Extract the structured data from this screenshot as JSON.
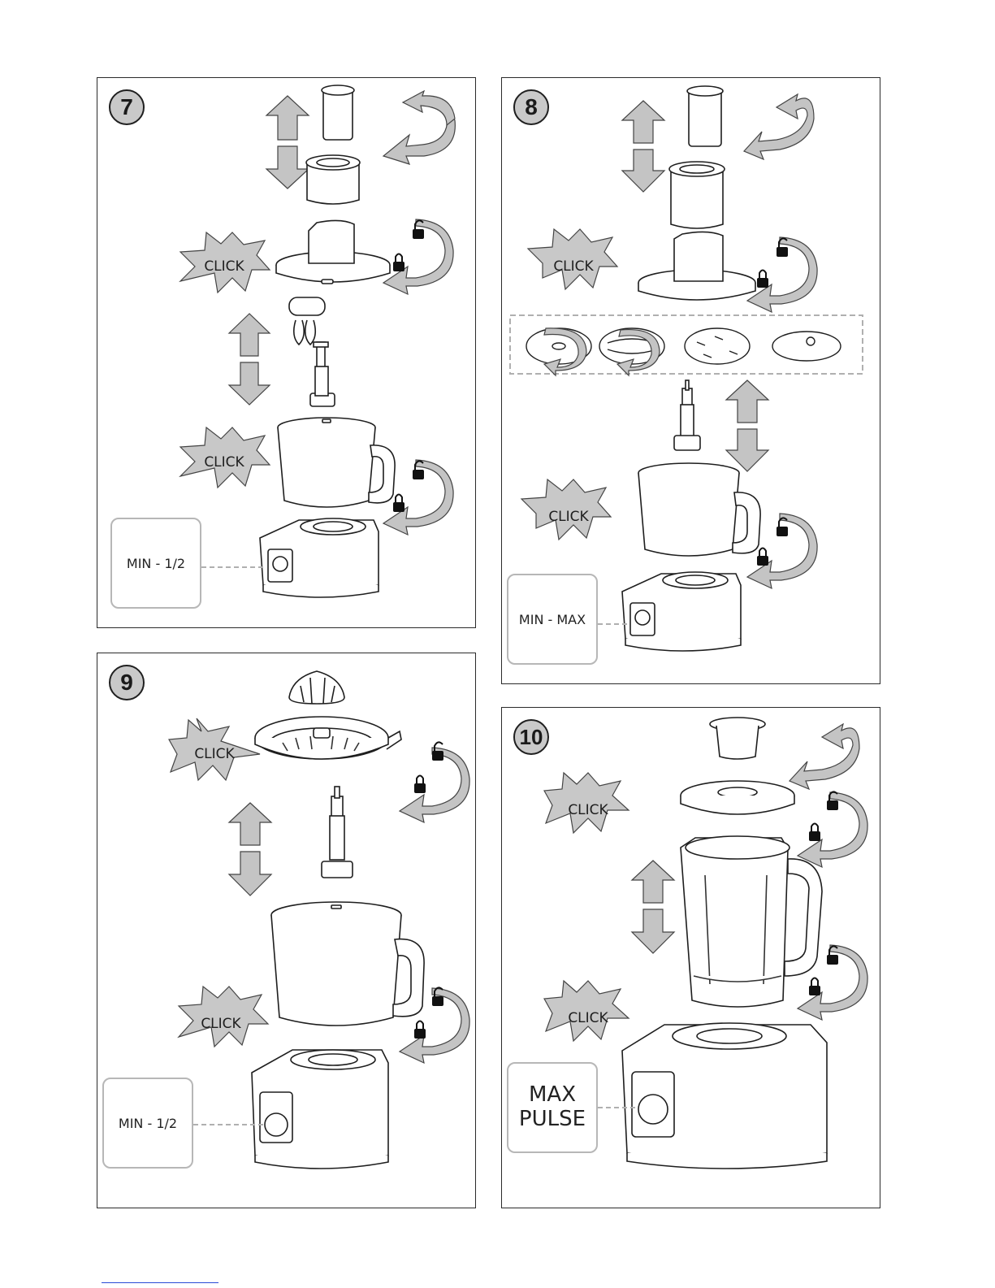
{
  "panels": {
    "p7": {
      "number": "7",
      "click_1": "CLICK",
      "click_2": "CLICK",
      "speed": "MIN - 1/2"
    },
    "p8": {
      "number": "8",
      "click_1": "CLICK",
      "click_2": "CLICK",
      "speed": "MIN - MAX"
    },
    "p9": {
      "number": "9",
      "click_1": "CLICK",
      "click_2": "CLICK",
      "speed": "MIN - 1/2"
    },
    "p10": {
      "number": "10",
      "click_1": "CLICK",
      "click_2": "CLICK",
      "speed_line1": "MAX",
      "speed_line2": "PULSE"
    }
  },
  "icons": [
    "up-down-arrow-icon",
    "rotate-arrow-icon",
    "lock-icon",
    "unlock-icon",
    "click-starburst-icon"
  ],
  "colors": {
    "arrow_fill": "#c4c4c4",
    "star_fill": "#c8c8c8",
    "line": "#1e1e1e",
    "box_border": "#b7b7b7"
  }
}
